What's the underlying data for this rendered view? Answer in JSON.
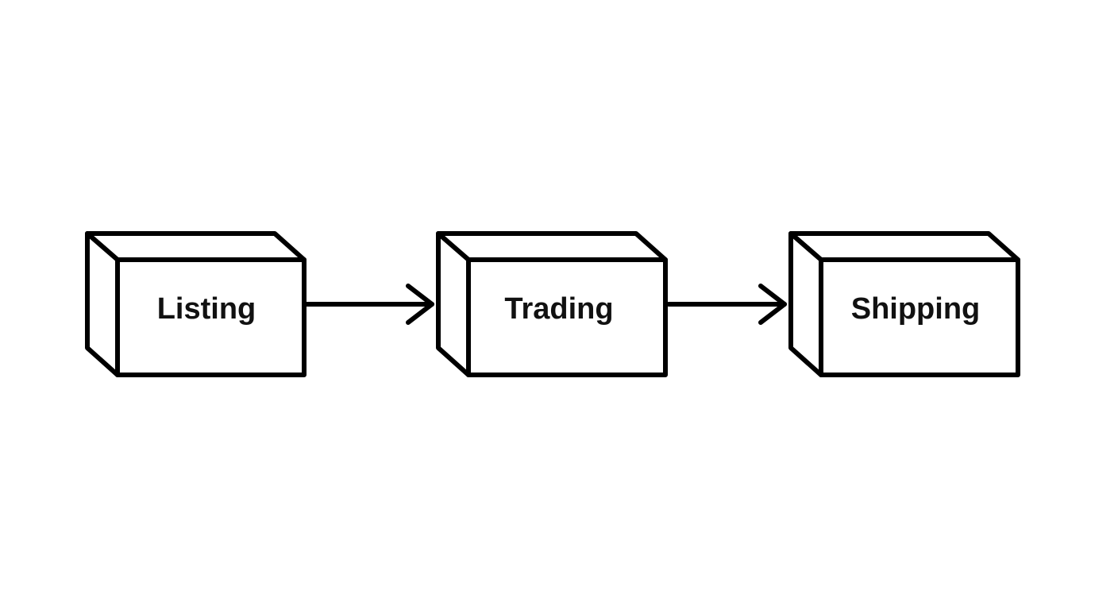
{
  "diagram": {
    "type": "flowchart",
    "direction": "left-to-right",
    "stroke_color": "#000000",
    "background_color": "#ffffff",
    "stages": [
      {
        "id": "listing",
        "label": "Listing",
        "shape": "3d-box"
      },
      {
        "id": "trading",
        "label": "Trading",
        "shape": "3d-box"
      },
      {
        "id": "shipping",
        "label": "Shipping",
        "shape": "3d-box"
      }
    ],
    "edges": [
      {
        "from": "listing",
        "to": "trading"
      },
      {
        "from": "trading",
        "to": "shipping"
      }
    ]
  }
}
